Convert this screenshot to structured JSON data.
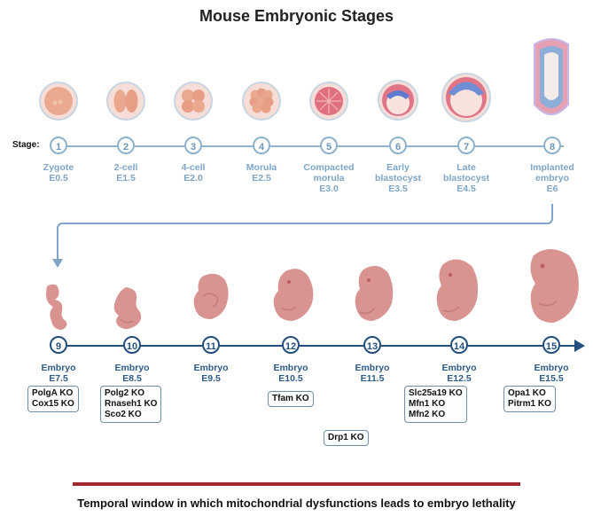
{
  "title": "Mouse Embryonic Stages",
  "stage_label": "Stage:",
  "top_stages": [
    {
      "num": "1",
      "name": "Zygote",
      "day": "E0.5",
      "icon": "zygote-cell-icon"
    },
    {
      "num": "2",
      "name": "2-cell",
      "day": "E1.5",
      "icon": "two-cell-embryo-icon"
    },
    {
      "num": "3",
      "name": "4-cell",
      "day": "E2.0",
      "icon": "four-cell-embryo-icon"
    },
    {
      "num": "4",
      "name": "Morula",
      "day": "E2.5",
      "icon": "morula-icon"
    },
    {
      "num": "5",
      "name": "Compacted morula",
      "day": "E3.0",
      "icon": "compacted-morula-icon"
    },
    {
      "num": "6",
      "name": "Early blastocyst",
      "day": "E3.5",
      "icon": "early-blastocyst-icon"
    },
    {
      "num": "7",
      "name": "Late blastocyst",
      "day": "E4.5",
      "icon": "late-blastocyst-icon"
    },
    {
      "num": "8",
      "name": "Implanted embryo",
      "day": "E6",
      "icon": "implanted-embryo-icon"
    }
  ],
  "bottom_stages": [
    {
      "num": "9",
      "name": "Embryo",
      "day": "E7.5",
      "icon": "embryo-e7-5-icon"
    },
    {
      "num": "10",
      "name": "Embryo",
      "day": "E8.5",
      "icon": "embryo-e8-5-icon"
    },
    {
      "num": "11",
      "name": "Embryo",
      "day": "E9.5",
      "icon": "embryo-e9-5-icon"
    },
    {
      "num": "12",
      "name": "Embryo",
      "day": "E10.5",
      "icon": "embryo-e10-5-icon"
    },
    {
      "num": "13",
      "name": "Embryo",
      "day": "E11.5",
      "icon": "embryo-e11-5-icon"
    },
    {
      "num": "14",
      "name": "Embryo",
      "day": "E12.5",
      "icon": "embryo-e12-5-icon"
    },
    {
      "num": "15",
      "name": "Embryo",
      "day": "E15.5",
      "icon": "embryo-e15-5-icon"
    }
  ],
  "knockouts": [
    {
      "stage": "E7.5",
      "genes": [
        "PolgA KO",
        "Cox15 KO"
      ]
    },
    {
      "stage": "E8.5",
      "genes": [
        "Polg2 KO",
        "Rnaseh1 KO",
        "Sco2 KO"
      ]
    },
    {
      "stage": "E10.5",
      "genes": [
        "Tfam KO"
      ]
    },
    {
      "stage": "E11.5",
      "genes": [
        "Drp1 KO"
      ]
    },
    {
      "stage": "E12.5",
      "genes": [
        "Slc25a19 KO",
        "Mfn1 KO",
        "Mfn2 KO"
      ]
    },
    {
      "stage": "E15.5",
      "genes": [
        "Opa1 KO",
        "Pitrm1 KO"
      ]
    }
  ],
  "colors": {
    "early_track": "#8fb2cd",
    "late_track": "#234f7f",
    "embryo_fill": "#d99391",
    "lethality_bar": "#9e2a2f"
  },
  "footer": "Temporal window in which mitochondrial dysfunctions leads to embryo lethality"
}
